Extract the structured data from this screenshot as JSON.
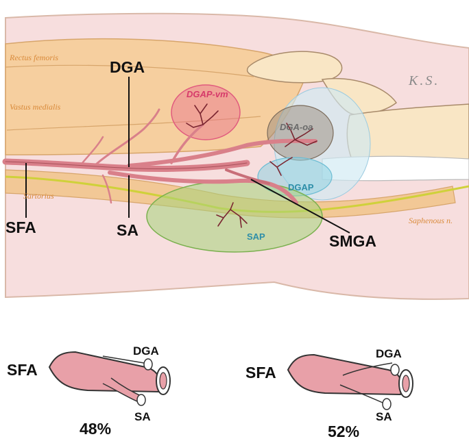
{
  "figure": {
    "signature": "K.S.",
    "labels": {
      "rectus_femoris": "Rectus femoris",
      "vastus_medialis": "Vastus medialis",
      "sartorius": "Sartorius",
      "saphenous_n": "Saphenous n.",
      "dga": "DGA",
      "sfa": "SFA",
      "sa": "SA",
      "smga": "SMGA",
      "dgap_vm": "DGAP-vm",
      "dga_oa": "DGA-oa",
      "dgap": "DGAP",
      "sap": "SAP"
    },
    "variant_left": {
      "sfa": "SFA",
      "dga": "DGA",
      "sa": "SA",
      "percent": "48%"
    },
    "variant_right": {
      "sfa": "SFA",
      "dga": "DGA",
      "sa": "SA",
      "percent": "52%"
    },
    "colors": {
      "skin": "#f7dede",
      "muscle": "#f6cf9f",
      "artery": "#d9808a",
      "artery_dark": "#7a2530",
      "dgap_vm": "#e96f8f",
      "dga_oa": "#9a8a7a",
      "dgap": "#8fd1e2",
      "sap": "#a6d37a",
      "nerve": "#cfd13a"
    }
  }
}
